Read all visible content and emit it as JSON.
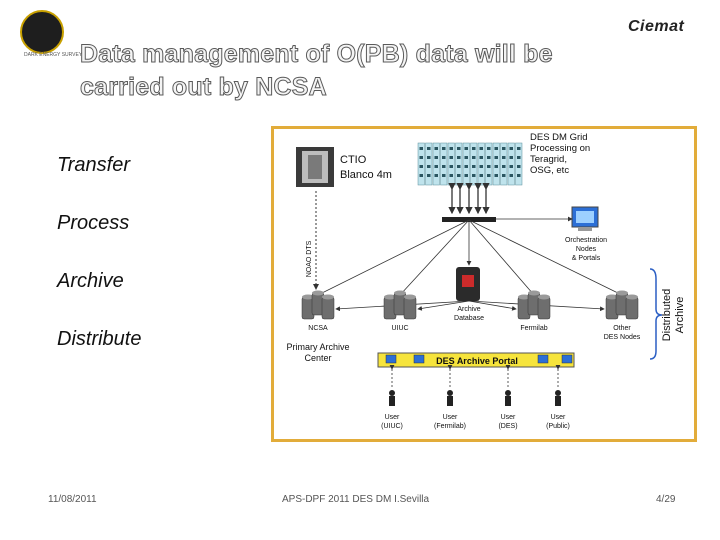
{
  "slide": {
    "title": "Data management of O(PB) data will be carried out by NCSA",
    "steps": [
      "Transfer",
      "Process",
      "Archive",
      "Distribute"
    ],
    "footer": {
      "date": "11/08/2011",
      "center": "APS-DPF 2011 DES DM I.Sevilla",
      "page": "4/29"
    },
    "logo_right_text": "Ciemat",
    "logo_left_caption": "DARK ENERGY SURVEY",
    "accent_color": "#e2ac3a"
  },
  "diagram": {
    "telescope_label": "CTIO Blanco 4m",
    "link_label": "NOAO DTS",
    "grid_label": "DES DM Grid Processing on Teragrid, OSG, etc",
    "orchestration_label": "Orchestration Nodes & Portals",
    "archive_db_label": "Archive Database",
    "distributed_archive_label": "Distributed Archive",
    "primary_center_label": "Primary Archive Center",
    "portal_label": "DES Archive Portal",
    "nodes": [
      "NCSA",
      "UIUC",
      "Fermilab",
      "Other DES Nodes"
    ],
    "users": [
      "User (UIUC)",
      "User (Fermilab)",
      "User (DES)",
      "User (Public)"
    ],
    "colors": {
      "portal_bar": "#f6e43c",
      "server": "#6e6e6e",
      "db_red": "#cc2b2b"
    }
  }
}
